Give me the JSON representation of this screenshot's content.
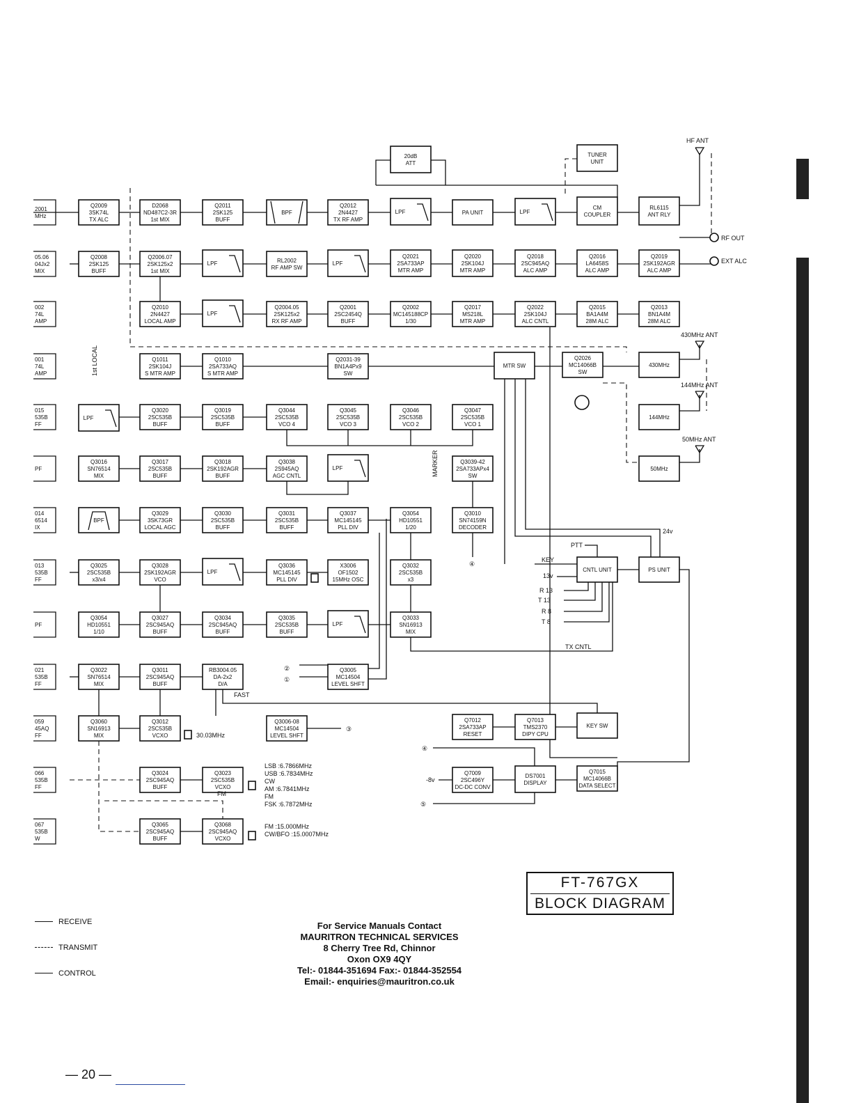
{
  "blocks": [
    {
      "id": "q2009",
      "lines": [
        "Q2009",
        "3SK74L",
        "TX ALC"
      ]
    },
    {
      "id": "d2068",
      "lines": [
        "D2068",
        "ND487C2-3R",
        "1st MIX"
      ]
    },
    {
      "id": "q2011",
      "lines": [
        "Q2011",
        "2SK125",
        "BUFF"
      ]
    },
    {
      "id": "bpf1",
      "lines": [
        "BPF"
      ]
    },
    {
      "id": "q2012",
      "lines": [
        "Q2012",
        "2N4427",
        "TX RF AMP"
      ]
    },
    {
      "id": "lpf_a",
      "lines": [
        "LPF"
      ]
    },
    {
      "id": "pa",
      "lines": [
        "PA UNIT"
      ]
    },
    {
      "id": "lpf_b",
      "lines": [
        "LPF"
      ]
    },
    {
      "id": "cm",
      "lines": [
        "CM",
        "COUPLER"
      ]
    },
    {
      "id": "rl6115",
      "lines": [
        "RL6115",
        "ANT RLY"
      ]
    },
    {
      "id": "att",
      "lines": [
        "20dB",
        "ATT"
      ]
    },
    {
      "id": "tuner",
      "lines": [
        "TUNER",
        "UNIT"
      ]
    },
    {
      "id": "q2008",
      "lines": [
        "Q2008",
        "2SK125",
        "BUFF"
      ]
    },
    {
      "id": "q2006",
      "lines": [
        "Q2006.07",
        "2SK125x2",
        "1st MIX"
      ]
    },
    {
      "id": "lpf_c",
      "lines": [
        "LPF"
      ]
    },
    {
      "id": "rl2002",
      "lines": [
        "RL2002",
        "RF AMP SW"
      ]
    },
    {
      "id": "lpf_d",
      "lines": [
        "LPF"
      ]
    },
    {
      "id": "q2021",
      "lines": [
        "Q2021",
        "2SA733AP",
        "MTR AMP"
      ]
    },
    {
      "id": "q2020",
      "lines": [
        "Q2020",
        "2SK104J",
        "MTR AMP"
      ]
    },
    {
      "id": "q2018",
      "lines": [
        "Q2018",
        "2SC945AQ",
        "ALC AMP"
      ]
    },
    {
      "id": "q2016",
      "lines": [
        "Q2016",
        "LA6458S",
        "ALC AMP"
      ]
    },
    {
      "id": "q2019",
      "lines": [
        "Q2019",
        "2SK192AGR",
        "ALC AMP"
      ]
    },
    {
      "id": "q2010",
      "lines": [
        "Q2010",
        "2N4427",
        "LOCAL AMP"
      ]
    },
    {
      "id": "lpf_e",
      "lines": [
        "LPF"
      ]
    },
    {
      "id": "q2004",
      "lines": [
        "Q2004.05",
        "2SK125x2",
        "RX RF AMP"
      ]
    },
    {
      "id": "q2001",
      "lines": [
        "Q2001",
        "2SC2454Q",
        "BUFF"
      ]
    },
    {
      "id": "q2002",
      "lines": [
        "Q2002",
        "MC145188CP",
        "1/30"
      ]
    },
    {
      "id": "q2017",
      "lines": [
        "Q2017",
        "MS218L",
        "MTR AMP"
      ]
    },
    {
      "id": "q2022",
      "lines": [
        "Q2022",
        "2SK104J",
        "ALC CNTL"
      ]
    },
    {
      "id": "q2015",
      "lines": [
        "Q2015",
        "BA1A4M",
        "28M ALC"
      ]
    },
    {
      "id": "q2013",
      "lines": [
        "Q2013",
        "BN1A4M",
        "28M ALC"
      ]
    },
    {
      "id": "q1011",
      "lines": [
        "Q1011",
        "2SK104J",
        "S MTR AMP"
      ]
    },
    {
      "id": "q1010",
      "lines": [
        "Q1010",
        "2SA733AQ",
        "S MTR AMP"
      ]
    },
    {
      "id": "q2031",
      "lines": [
        "Q2031-39",
        "BN1A4Px9",
        "SW"
      ]
    },
    {
      "id": "mtrsw",
      "lines": [
        "MTR SW"
      ]
    },
    {
      "id": "q2026",
      "lines": [
        "Q2026",
        "MC14066B",
        "SW"
      ]
    },
    {
      "id": "u430",
      "lines": [
        "430MHz"
      ]
    },
    {
      "id": "lpf_f",
      "lines": [
        "LPF"
      ]
    },
    {
      "id": "q3020",
      "lines": [
        "Q3020",
        "2SC535B",
        "BUFF"
      ]
    },
    {
      "id": "q3019",
      "lines": [
        "Q3019",
        "2SC535B",
        "BUFF"
      ]
    },
    {
      "id": "q3044",
      "lines": [
        "Q3044",
        "2SC535B",
        "VCO 4"
      ]
    },
    {
      "id": "q3045",
      "lines": [
        "Q3045",
        "2SC535B",
        "VCO 3"
      ]
    },
    {
      "id": "q3046",
      "lines": [
        "Q3046",
        "2SC535B",
        "VCO 2"
      ]
    },
    {
      "id": "q3047",
      "lines": [
        "Q3047",
        "2SC535B",
        "VCO 1"
      ]
    },
    {
      "id": "u144",
      "lines": [
        "144MHz"
      ]
    },
    {
      "id": "q3016",
      "lines": [
        "Q3016",
        "SN76514",
        "MIX"
      ]
    },
    {
      "id": "q3017",
      "lines": [
        "Q3017",
        "2SC535B",
        "BUFF"
      ]
    },
    {
      "id": "q3018",
      "lines": [
        "Q3018",
        "2SK192AGR",
        "BUFF"
      ]
    },
    {
      "id": "q3038",
      "lines": [
        "Q3038",
        "2S945AQ",
        "AGC CNTL"
      ]
    },
    {
      "id": "lpf_g",
      "lines": [
        "LPF"
      ]
    },
    {
      "id": "q3039",
      "lines": [
        "Q3039-42",
        "2SA733APx4",
        "SW"
      ]
    },
    {
      "id": "u50",
      "lines": [
        "50MHz"
      ]
    },
    {
      "id": "bpf2",
      "lines": [
        "BPF"
      ]
    },
    {
      "id": "q3029",
      "lines": [
        "Q3029",
        "3SK73GR",
        "LOCAL AGC"
      ]
    },
    {
      "id": "q3030",
      "lines": [
        "Q3030",
        "2SC535B",
        "BUFF"
      ]
    },
    {
      "id": "q3031",
      "lines": [
        "Q3031",
        "2SC535B",
        "BUFF"
      ]
    },
    {
      "id": "q3037",
      "lines": [
        "Q3037",
        "MC145145",
        "PLL DIV"
      ]
    },
    {
      "id": "q3054a",
      "lines": [
        "Q3054",
        "HD10551",
        "1/20"
      ]
    },
    {
      "id": "q3010",
      "lines": [
        "Q3010",
        "SN74159N",
        "DECODER"
      ]
    },
    {
      "id": "q3025",
      "lines": [
        "Q3025",
        "2SC535B",
        "x3/x4"
      ]
    },
    {
      "id": "q3028",
      "lines": [
        "Q3028",
        "2SK192AGR",
        "VCO"
      ]
    },
    {
      "id": "lpf_h",
      "lines": [
        "LPF"
      ]
    },
    {
      "id": "q3036",
      "lines": [
        "Q3036",
        "MC145145",
        "PLL DIV"
      ]
    },
    {
      "id": "x3006",
      "lines": [
        "X3006",
        "OF1502",
        "15MHz OSC"
      ]
    },
    {
      "id": "q3032",
      "lines": [
        "Q3032",
        "2SC535B",
        "x3"
      ]
    },
    {
      "id": "cntl",
      "lines": [
        "CNTL UNIT"
      ]
    },
    {
      "id": "ps",
      "lines": [
        "PS UNIT"
      ]
    },
    {
      "id": "q3054b",
      "lines": [
        "Q3054",
        "HD10551",
        "1/10"
      ]
    },
    {
      "id": "q3027",
      "lines": [
        "Q3027",
        "2SC945AQ",
        "BUFF"
      ]
    },
    {
      "id": "q3034",
      "lines": [
        "Q3034",
        "2SC945AQ",
        "BUFF"
      ]
    },
    {
      "id": "q3035",
      "lines": [
        "Q3035",
        "2SC535B",
        "BUFF"
      ]
    },
    {
      "id": "lpf_i",
      "lines": [
        "LPF"
      ]
    },
    {
      "id": "q3033",
      "lines": [
        "Q3033",
        "SN16913",
        "MIX"
      ]
    },
    {
      "id": "q3022",
      "lines": [
        "Q3022",
        "SN76514",
        "MIX"
      ]
    },
    {
      "id": "q3011",
      "lines": [
        "Q3011",
        "2SC945AQ",
        "BUFF"
      ]
    },
    {
      "id": "rb3004",
      "lines": [
        "RB3004.05",
        "DA-2x2",
        "D/A"
      ]
    },
    {
      "id": "q3005",
      "lines": [
        "Q3005",
        "MC14504",
        "LEVEL SHFT"
      ]
    },
    {
      "id": "q3060",
      "lines": [
        "Q3060",
        "SN16913",
        "MIX"
      ]
    },
    {
      "id": "q3012",
      "lines": [
        "Q3012",
        "2SC535B",
        "VCXO"
      ]
    },
    {
      "id": "q3006",
      "lines": [
        "Q3006-08",
        "MC14504",
        "LEVEL SHFT"
      ]
    },
    {
      "id": "q7012",
      "lines": [
        "Q7012",
        "2SA733AP",
        "RESET"
      ]
    },
    {
      "id": "q7013",
      "lines": [
        "Q7013",
        "TMS2370",
        "DIPY CPU"
      ]
    },
    {
      "id": "keysw",
      "lines": [
        "KEY SW"
      ]
    },
    {
      "id": "q3024",
      "lines": [
        "Q3024",
        "2SC945AQ",
        "BUFF"
      ]
    },
    {
      "id": "q3023",
      "lines": [
        "Q3023",
        "2SC535B",
        "VCXO"
      ]
    },
    {
      "id": "q7009",
      "lines": [
        "Q7009",
        "2SC496Y",
        "DC-DC CONV"
      ]
    },
    {
      "id": "ds7001",
      "lines": [
        "DS7001",
        "DISPLAY"
      ]
    },
    {
      "id": "q7015",
      "lines": [
        "Q7015",
        "MC14066B",
        "DATA SELECT"
      ]
    },
    {
      "id": "q3065",
      "lines": [
        "Q3065",
        "2SC945AQ",
        "BUFF"
      ]
    },
    {
      "id": "q3068",
      "lines": [
        "Q3068",
        "2SC945AQ",
        "VCXO"
      ]
    }
  ],
  "edge_fragments": [
    {
      "id": "e1",
      "lines": [
        "2001",
        "MHz"
      ]
    },
    {
      "id": "e2",
      "lines": [
        "05.06",
        "04Jx2",
        "MIX"
      ]
    },
    {
      "id": "e3",
      "lines": [
        "002",
        "74L",
        "AMP"
      ]
    },
    {
      "id": "e4",
      "lines": [
        "001",
        "74L",
        "AMP"
      ]
    },
    {
      "id": "e5",
      "lines": [
        "015",
        "535B",
        "FF"
      ]
    },
    {
      "id": "e6",
      "lines": [
        "PF"
      ]
    },
    {
      "id": "e7",
      "lines": [
        "014",
        "6514",
        "IX"
      ]
    },
    {
      "id": "e8",
      "lines": [
        "013",
        "535B",
        "FF"
      ]
    },
    {
      "id": "e9",
      "lines": [
        "PF"
      ]
    },
    {
      "id": "e10",
      "lines": [
        "021",
        "535B",
        "FF"
      ]
    },
    {
      "id": "e11",
      "lines": [
        "059",
        "45AQ",
        "FF"
      ]
    },
    {
      "id": "e12",
      "lines": [
        "066",
        "535B",
        "FF"
      ]
    },
    {
      "id": "e13",
      "lines": [
        "067",
        "535B",
        "W"
      ]
    }
  ],
  "labels": {
    "hf_ant": "HF ANT",
    "rf_out": "RF OUT",
    "ext_alc": "EXT ALC",
    "ant430": "430MHz ANT",
    "ant144": "144MHz ANT",
    "ant50": "50MHz ANT",
    "first_local": "1st LOCAL",
    "marker": "MARKER",
    "ptt": "PTT",
    "key": "KEY",
    "v13": "13v",
    "v24": "24v",
    "r13": "R 13",
    "t13": "T 13",
    "r8": "R 8",
    "t8": "T 8",
    "tx_cntl": "TX CNTL",
    "fast": "FAST",
    "xtal_3003": "30.03MHz",
    "xtal_lsb": "LSB :6.7866MHz",
    "xtal_usb": "USB :6.7834MHz",
    "xtal_cw": "CW",
    "xtal_am": "AM  :6.7841MHz",
    "xtal_fm": "FM",
    "xtal_fsk": "FSK :6.7872MHz",
    "fm_label": "FM",
    "xtal_fm15": "FM :15.000MHz",
    "xtal_cwbfo": "CW/BFO :15.0007MHz",
    "minus8v": "-8v",
    "node1": "①",
    "node2": "②",
    "node3": "③",
    "node4": "④",
    "node5": "⑤"
  },
  "title": {
    "model": "FT-767GX",
    "name": "BLOCK DIAGRAM"
  },
  "legend": [
    "RECEIVE",
    "TRANSMIT",
    "CONTROL"
  ],
  "contact": [
    "For Service Manuals Contact",
    "MAURITRON TECHNICAL SERVICES",
    "8 Cherry Tree Rd, Chinnor",
    "Oxon OX9 4QY",
    "Tel:- 01844-351694 Fax:- 01844-352554",
    "Email:- enquiries@mauritron.co.uk"
  ],
  "page_number": "— 20 —"
}
